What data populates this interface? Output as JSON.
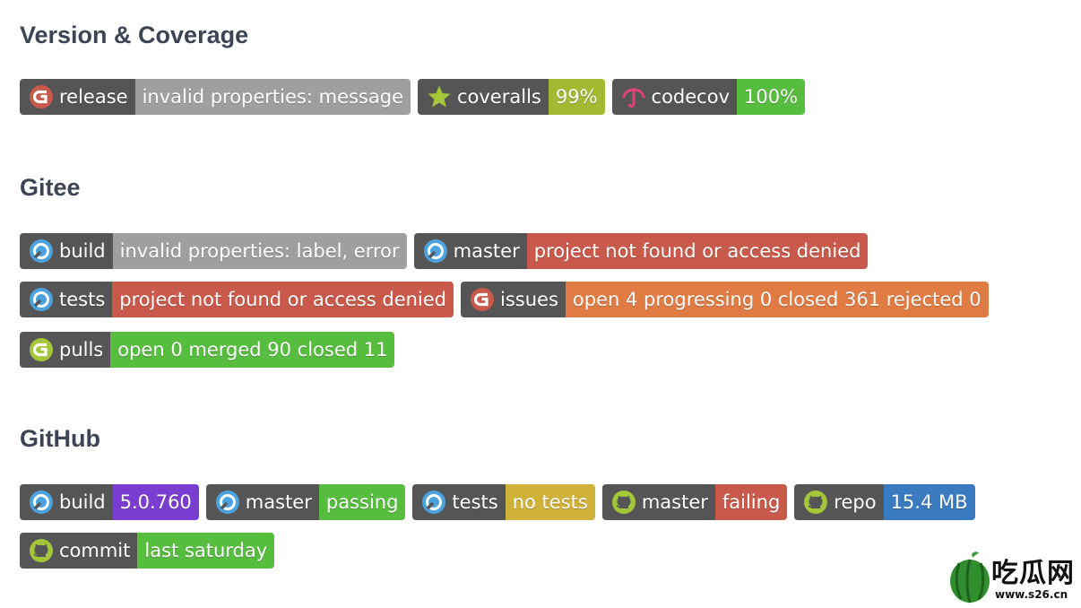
{
  "sections": {
    "version": {
      "title": "Version & Coverage"
    },
    "gitee": {
      "title": "Gitee"
    },
    "github": {
      "title": "GitHub"
    }
  },
  "badges": {
    "release": {
      "label": "release",
      "message": "invalid properties: message",
      "icon": "gitee-g-icon",
      "color": "#9f9f9f"
    },
    "coveralls": {
      "label": "coveralls",
      "message": "99%",
      "icon": "star-icon",
      "color": "#a4b932"
    },
    "codecov": {
      "label": "codecov",
      "message": "100%",
      "icon": "codecov-umbrella-icon",
      "color": "#56bd3e"
    },
    "gitee_build": {
      "label": "build",
      "message": "invalid properties: label, error",
      "icon": "ci-icon",
      "color": "#9f9f9f"
    },
    "gitee_master": {
      "label": "master",
      "message": "project not found or access denied",
      "icon": "ci-icon",
      "color": "#c9594a"
    },
    "gitee_tests": {
      "label": "tests",
      "message": "project not found or access denied",
      "icon": "ci-icon",
      "color": "#c9594a"
    },
    "gitee_issues": {
      "label": "issues",
      "message": "open 4 progressing 0 closed 361 rejected 0",
      "icon": "gitee-g-icon",
      "color": "#e07b44"
    },
    "gitee_pulls": {
      "label": "pulls",
      "message": "open 0 merged 90 closed 11",
      "icon": "gitee-g-icon",
      "color": "#56bd3e"
    },
    "github_build": {
      "label": "build",
      "message": "5.0.760",
      "icon": "ci-icon",
      "color": "#7b3cd1"
    },
    "github_master": {
      "label": "master",
      "message": "passing",
      "icon": "ci-icon",
      "color": "#56bd3e"
    },
    "github_tests": {
      "label": "tests",
      "message": "no tests",
      "icon": "ci-icon",
      "color": "#d0b13a"
    },
    "github_master_actions": {
      "label": "master",
      "message": "failing",
      "icon": "github-octocat-icon",
      "color": "#c9594a"
    },
    "github_repo": {
      "label": "repo",
      "message": "15.4 MB",
      "icon": "github-octocat-icon",
      "color": "#3a7bbf"
    },
    "github_commit": {
      "label": "commit",
      "message": "last saturday",
      "icon": "github-octocat-icon",
      "color": "#56bd3e"
    }
  },
  "watermark": {
    "name": "吃瓜网",
    "url": "www.s26.cn"
  }
}
